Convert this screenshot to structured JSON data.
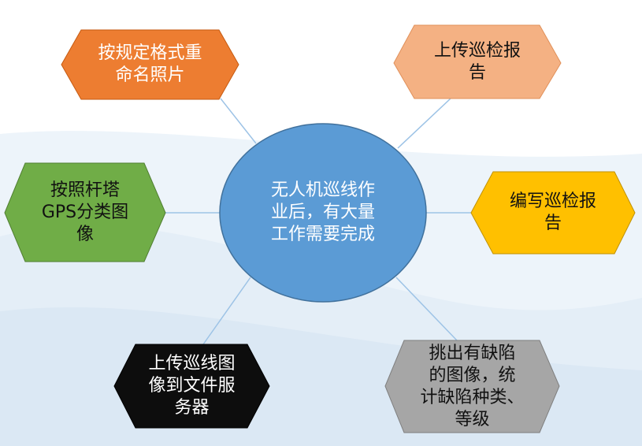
{
  "colors": {
    "center_fill": "#5b9bd5",
    "center_stroke": "#41719c",
    "connector": "#9dc3e6",
    "orange": "#ed7d31",
    "salmon": "#f4b183",
    "green": "#70ad47",
    "gold": "#ffc000",
    "black": "#0d0d0d",
    "gray": "#a6a6a6"
  },
  "center": {
    "text": "无人机巡线作\n业后，有大量\n工作需要完成"
  },
  "nodes": {
    "rename": {
      "text": "按规定格式重\n命名照片"
    },
    "upload_report": {
      "text": "上传巡检报\n告"
    },
    "classify_gps": {
      "text": "按照杆塔\nGPS分类图\n像"
    },
    "write_report": {
      "text": "编写巡检报\n告"
    },
    "upload_images": {
      "text": "上传巡线图\n像到文件服\n务器"
    },
    "pick_defects": {
      "text": "挑出有缺陷\n的图像，统\n计缺陷种类、\n等级"
    }
  }
}
